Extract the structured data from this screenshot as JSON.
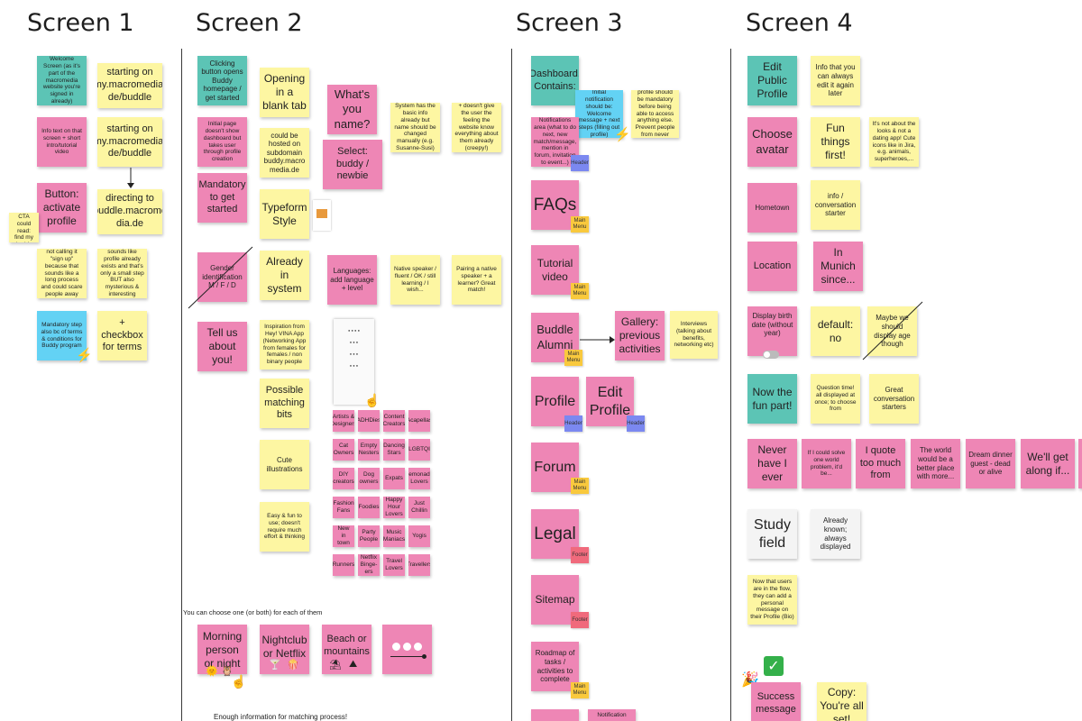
{
  "headings": [
    "Screen 1",
    "Screen 2",
    "Screen 3",
    "Screen 4"
  ],
  "screen1": {
    "notes": [
      "Welcome Screen (as it's part of the macromedia website you're signed in already)",
      "starting on my.macromedia. de/buddle",
      "Info text on that screen + short intro/tutorial video",
      "starting on my.macromedia. de/buddle",
      "Button: activate profile",
      "directing to buddle.macrome dia.de",
      "Text above CTA could read: find my buddy now",
      "not calling it \"sign up\" because that sounds like a long process and could scare people away",
      "sounds like profile already exists and that's only a small step BUT also mysterious & interesting",
      "Mandatory step also bc of terms & conditions for Buddy program",
      "+ checkbox for terms"
    ]
  },
  "screen2": {
    "notes": [
      "Clicking button opens Buddy homepage / get started",
      "Opening in a blank tab",
      "What's you name?",
      "System has the basic info already but name should be changed manually (e.g. Susanne-Susi)",
      "+ doesn't give the user the feeling the website know everything about them already (creepy!)",
      "Initial page doesn't show dashboard but takes user through profile creation",
      "could be hosted on subdomain buddy.macro media.de",
      "Select: buddy / newbie",
      "Mandatory to get started",
      "Typeform Style",
      "Gender identification M / F / D",
      "Already in system",
      "Languages: add language + level",
      "Native speaker / fluent / OK / still learning / I wish...",
      "Pairing a native speaker + a learner? Great match!",
      "Tell us about you!",
      "Inspiration from Hey! VINA App (Networking App from females for females / non binary people",
      "Possible matching bits",
      "Cute illustrations",
      "Easy & fun to use; doesn't require much effort & thinking"
    ],
    "chips": [
      "Artists & Designers",
      "ADHDies",
      "Content Creators",
      "Acapellas",
      "Cat Owners",
      "Empty Nesters",
      "Dancing Stars",
      "LGBTQI",
      "DIY creators",
      "Dog owners",
      "Expats",
      "Lemonade Lovers",
      "Fashion Fans",
      "Foodies",
      "Happy Hour Lovers",
      "Just Chillin",
      "New in town",
      "Party People",
      "Music Maniacs",
      "Yogis",
      "Runners",
      "Netflix Binge-ers",
      "Travel Lovers",
      "Travellers"
    ],
    "hint": "You can choose one (or both) for each of them",
    "bottom_notes": [
      "Morning person or night owl",
      "Nightclub or Netflix",
      "Beach or mountains"
    ],
    "footer": "Enough information for matching process!"
  },
  "screen3": {
    "notes": [
      "Dashboard. Contains:",
      "Initial notification should be: Welcome message + next steps (filling out profile)",
      "Filling out profile should be mandatory before being able to access anything else. Prevent people from never completing it",
      "Notifications area (what to do next, new match/message, mention in forum, invitation to event...)",
      "FAQs",
      "Tutorial video",
      "Buddle Alumni",
      "Gallery: previous activities",
      "Interviews (talking about benefits, networking etc)",
      "Profile",
      "Edit Profile",
      "Forum",
      "Legal",
      "Sitemap",
      "Roadmap of tasks / activities to complete",
      "Notification"
    ],
    "tags": [
      "Header",
      "Main Menu",
      "Main Menu",
      "Main Menu",
      "Header",
      "Header",
      "Main Menu",
      "Footer",
      "Footer",
      "Main Menu"
    ]
  },
  "screen4": {
    "notes": [
      "Edit Public Profile",
      "Info that you can always edit it again later",
      "Choose avatar",
      "Fun things first!",
      "It's not about the looks & not a dating app! Cute icons like in Jira, e.g. animals, superheroes,...",
      "Hometown",
      "info / conversation starter",
      "Location",
      "In Munich since...",
      "Display birth date (without year)",
      "default: no",
      "Maybe we should display age though",
      "Now the fun part!",
      "Question time! all displayed at once; to choose from",
      "Great conversation starters",
      "Never have I ever",
      "If I could solve one world problem, it'd be...",
      "I quote too much from",
      "The world would be a better place with more...",
      "Dream dinner guest - dead or alive",
      "We'll get along if...",
      "Study field",
      "Already known; always displayed",
      "Now that users are in the flow, they can add a personal message on their Profile (Bio)",
      "Success message",
      "Copy: You're all set!"
    ]
  },
  "colors": {
    "pink": "#ee86b5",
    "yellow": "#fdf6a2",
    "teal": "#5cc4b5",
    "blue": "#63d2f4",
    "tag_yellow": "#f9c93d",
    "tag_blue": "#7b88f0",
    "tag_red": "#f06a7c"
  }
}
